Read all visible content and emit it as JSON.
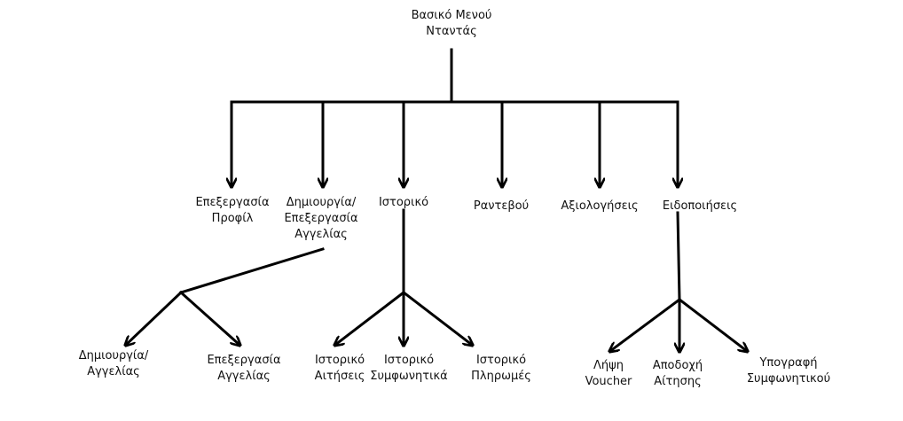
{
  "root": {
    "line1": "Βασικό Μενού",
    "line2": "Νταντάς"
  },
  "children": {
    "profile": {
      "line1": "Επεξεργασία",
      "line2": "Προφίλ"
    },
    "ads": {
      "line1": "Δημιουργία/",
      "line2": "Επεξεργασία",
      "line3": "Αγγελίας"
    },
    "history": {
      "line1": "Ιστορικό"
    },
    "meetings": {
      "line1": "Ραντεβού"
    },
    "reviews": {
      "line1": "Αξιολογήσεις"
    },
    "notifications": {
      "line1": "Ειδοποιήσεις"
    }
  },
  "ads_sub": {
    "create": {
      "line1": "Δημιουργία/",
      "line2": "Αγγελίας"
    },
    "edit": {
      "line1": "Επεξεργασία",
      "line2": "Αγγελίας"
    }
  },
  "history_sub": {
    "applications": {
      "line1": "Ιστορικό",
      "line2": "Αιτήσεις"
    },
    "contracts": {
      "line1": "Ιστορικό",
      "line2": "Συμφωνητικά"
    },
    "payments": {
      "line1": "Ιστορικό",
      "line2": "Πληρωμές"
    }
  },
  "notifications_sub": {
    "voucher": {
      "line1": "Λήψη",
      "line2": "Voucher"
    },
    "accept": {
      "line1": "Αποδοχή",
      "line2": "Αίτησης"
    },
    "sign": {
      "line1": "Υπογραφή",
      "line2": "Συμφωνητικού"
    }
  }
}
